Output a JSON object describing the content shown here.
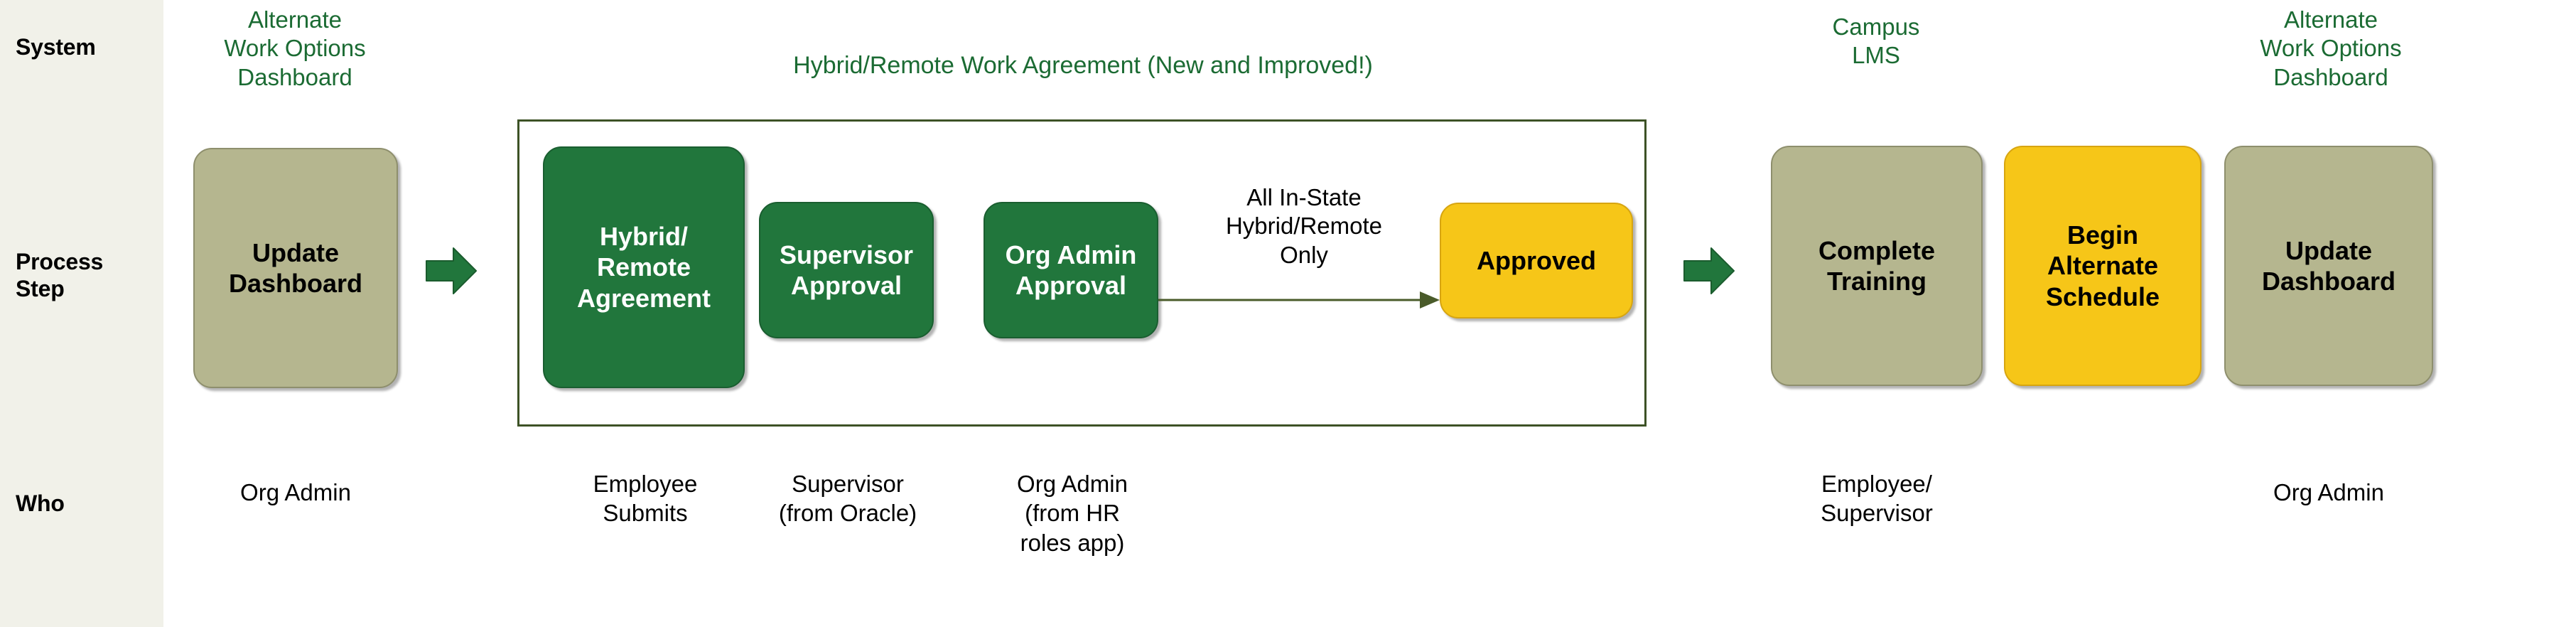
{
  "rail": {
    "rows": [
      {
        "key": "system",
        "label": "System"
      },
      {
        "key": "process",
        "label": "Process\nStep"
      },
      {
        "key": "who",
        "label": "Who"
      }
    ],
    "system_label": "System",
    "process_label_line1": "Process",
    "process_label_line2": "Step",
    "who_label": "Who"
  },
  "systems": {
    "left": {
      "line1": "Alternate",
      "line2": "Work Options",
      "line3": "Dashboard"
    },
    "middle_title": "Hybrid/Remote Work Agreement (New and Improved!)",
    "lms": {
      "line1": "Campus",
      "line2": "LMS"
    },
    "right": {
      "line1": "Alternate",
      "line2": "Work Options",
      "line3": "Dashboard"
    }
  },
  "steps": {
    "update_dashboard_left": {
      "line1": "Update",
      "line2": "Dashboard",
      "color": "#b5b68f"
    },
    "hybrid_remote_agreement": {
      "line1": "Hybrid/",
      "line2": "Remote",
      "line3": "Agreement",
      "color": "#21763c"
    },
    "supervisor_approval": {
      "line1": "Supervisor",
      "line2": "Approval",
      "color": "#21763c"
    },
    "org_admin_approval": {
      "line1": "Org Admin",
      "line2": "Approval",
      "color": "#21763c"
    },
    "approved": {
      "line1": "Approved",
      "color": "#f6c618"
    },
    "complete_training": {
      "line1": "Complete",
      "line2": "Training",
      "color": "#b5b68f"
    },
    "begin_alternate_schedule": {
      "line1": "Begin",
      "line2": "Alternate",
      "line3": "Schedule",
      "color": "#f6c618"
    },
    "update_dashboard_right": {
      "line1": "Update",
      "line2": "Dashboard",
      "color": "#b5b68f"
    }
  },
  "condition": {
    "line1": "All In-State",
    "line2": "Hybrid/Remote",
    "line3": "Only"
  },
  "who": {
    "org_admin_left": "Org Admin",
    "employee_submits_line1": "Employee",
    "employee_submits_line2": "Submits",
    "supervisor_line1": "Supervisor",
    "supervisor_line2": "(from Oracle)",
    "org_admin_hr_line1": "Org Admin",
    "org_admin_hr_line2": "(from HR",
    "org_admin_hr_line3": "roles app)",
    "employee_supervisor_line1": "Employee/",
    "employee_supervisor_line2": "Supervisor",
    "org_admin_right": "Org Admin"
  },
  "colors": {
    "rail_bg": "#f1f1e9",
    "system_green": "#1b6b33",
    "box_green": "#21763c",
    "box_tan": "#b5b68f",
    "box_yellow": "#f6c618",
    "group_border": "#3d5226",
    "arrow_green": "#21763c",
    "connector": "#4a5b2a"
  },
  "icons": {
    "flow_arrow": "block-arrow-right",
    "connector_arrow": "thin-arrow-right"
  }
}
